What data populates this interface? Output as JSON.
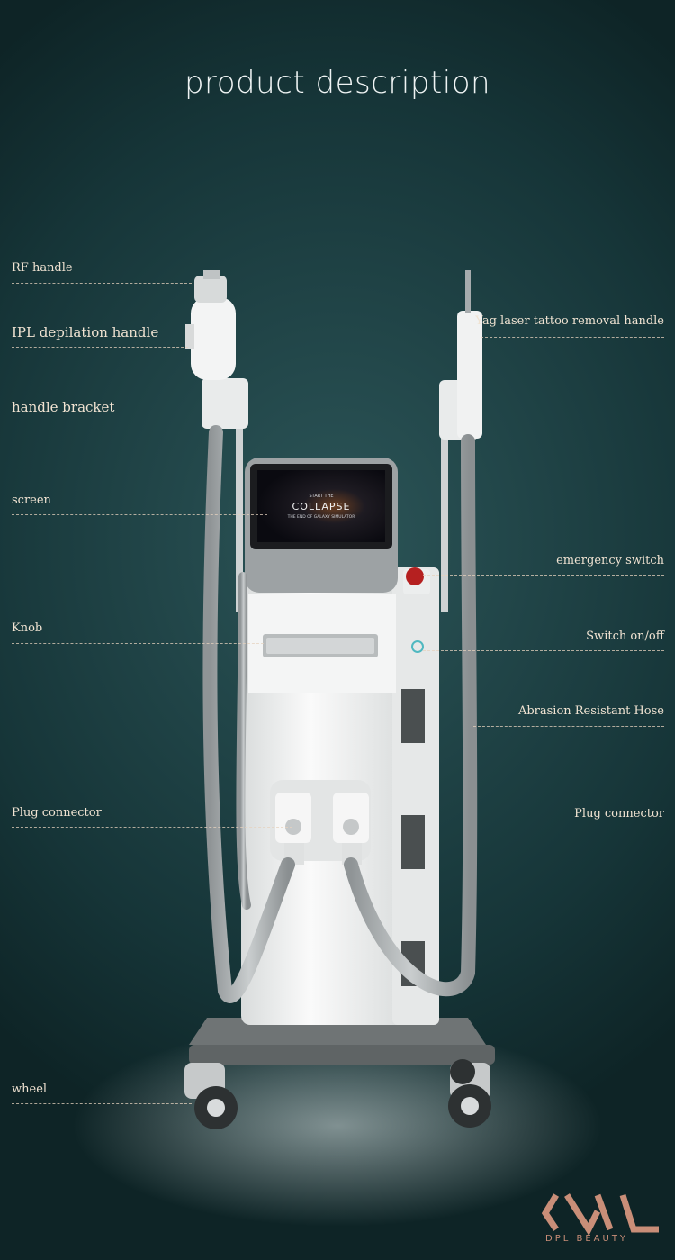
{
  "title": "product description",
  "labels": {
    "rf_handle": "RF handle",
    "ipl_handle": "IPL depilation handle",
    "handle_bracket": "handle bracket",
    "screen": "screen",
    "knob": "Knob",
    "plug_left": "Plug connector",
    "wheel": "wheel",
    "yag_handle": "Yag laser tattoo removal handle",
    "emergency_switch": "emergency switch",
    "switch": "Switch on/off",
    "hose": "Abrasion Resistant Hose",
    "plug_right": "Plug connector"
  },
  "screen_text": {
    "line1": "START THE",
    "line2": "COLLAPSE",
    "line3": "THE END OF GALAXY SIMULATOR"
  },
  "brand": {
    "name": "DPL BEAUTY",
    "color": "#c98e78"
  }
}
